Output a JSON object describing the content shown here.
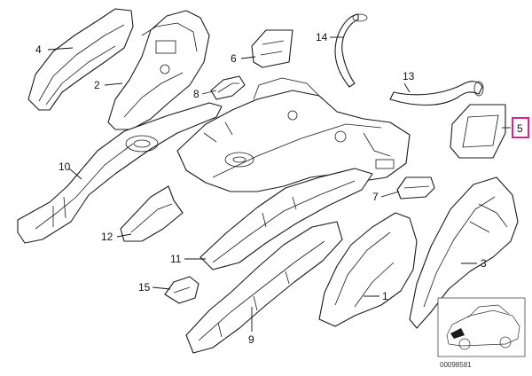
{
  "diagram": {
    "callouts": {
      "c1": "1",
      "c2": "2",
      "c3": "3",
      "c4": "4",
      "c5": "5",
      "c6": "6",
      "c7": "7",
      "c8": "8",
      "c9": "9",
      "c10": "10",
      "c11": "11",
      "c12": "12",
      "c13": "13",
      "c14": "14",
      "c15": "15"
    },
    "highlighted_callout": "5",
    "reference_code": "00098581",
    "colors": {
      "line": "#1a1a1a",
      "highlight": "#e0208a",
      "background": "#ffffff"
    }
  }
}
